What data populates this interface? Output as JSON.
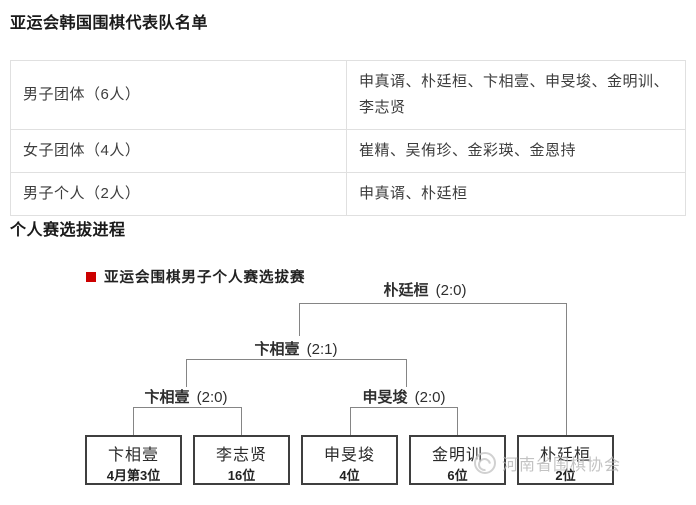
{
  "page": {
    "roster_heading": "亚运会韩国围棋代表队名单",
    "selection_heading": "个人赛选拔进程"
  },
  "roster_table": {
    "rows": [
      {
        "category": "男子团体（6人）",
        "members": "申真谞、朴廷桓、卞相壹、申旻埈、金明训、李志贤"
      },
      {
        "category": "女子团体（4人）",
        "members": "崔精、吴侑珍、金彩瑛、金恩持"
      },
      {
        "category": "男子个人（2人）",
        "members": "申真谞、朴廷桓"
      }
    ]
  },
  "bracket": {
    "title": "亚运会围棋男子个人赛选拔赛",
    "final": {
      "winner": "朴廷桓",
      "score": "(2:0)"
    },
    "semifinal": {
      "winner": "卞相壹",
      "score": "(2:1)"
    },
    "quarterfinals": [
      {
        "winner": "卞相壹",
        "score": "(2:0)"
      },
      {
        "winner": "申旻埈",
        "score": "(2:0)"
      }
    ],
    "players": [
      {
        "name": "卞相壹",
        "seed": "4月第3位"
      },
      {
        "name": "李志贤",
        "seed": "16位"
      },
      {
        "name": "申旻埈",
        "seed": "4位"
      },
      {
        "name": "金明训",
        "seed": "6位"
      },
      {
        "name": "朴廷桓",
        "seed": "2位"
      }
    ]
  },
  "watermark": {
    "text": "河南省围棋协会"
  },
  "colors": {
    "accent_red": "#cc0000",
    "connector_gray": "#858585",
    "box_border": "#3f3f3f",
    "table_border": "#e0e0e0",
    "watermark_gray": "#b5b5b5"
  }
}
